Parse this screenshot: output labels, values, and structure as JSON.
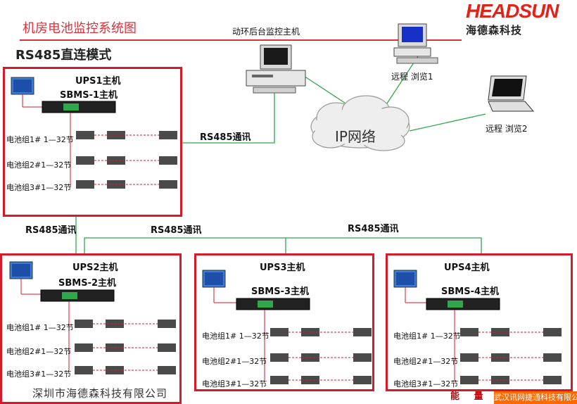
{
  "header": {
    "title": "机房电池监控系统图",
    "subtitle": "RS485直连模式",
    "logo_top": "HEADSUN",
    "logo_bottom": "海德森科技"
  },
  "network": {
    "host_label": "动环后台监控主机",
    "remote1": "远程 浏览1",
    "remote2": "远程 浏览2",
    "cloud": "IP网络",
    "rs485": "RS485通讯"
  },
  "ups": [
    {
      "name": "UPS1主机",
      "sbms": "SBMS-1主机",
      "batteries": [
        "电池组1# 1—32节",
        "电池组2#1—32节",
        "电池组3#1—32节"
      ]
    },
    {
      "name": "UPS2主机",
      "sbms": "SBMS-2主机",
      "batteries": [
        "电池组1# 1—32节",
        "电池组2#1—32节",
        "电池组3#1—32节"
      ]
    },
    {
      "name": "UPS3主机",
      "sbms": "SBMS-3主机",
      "batteries": [
        "电池组1# 1—32节",
        "电池组2#1—32节",
        "电池组3#1—32节"
      ]
    },
    {
      "name": "UPS4主机",
      "sbms": "SBMS-4主机",
      "batteries": [
        "电池组1# 1—32节",
        "电池组2#1—32节",
        "电池组3#1—32节"
      ]
    }
  ],
  "footer": {
    "company": "深圳市海德森科技有限公司",
    "energy": "能 量",
    "brand": "武汉讯网捷通科技有限公司"
  },
  "colors": {
    "accent": "#e0303a",
    "link": "#2ea84a",
    "box": "#d51a2a",
    "brand_bar": "#ff6a00"
  }
}
